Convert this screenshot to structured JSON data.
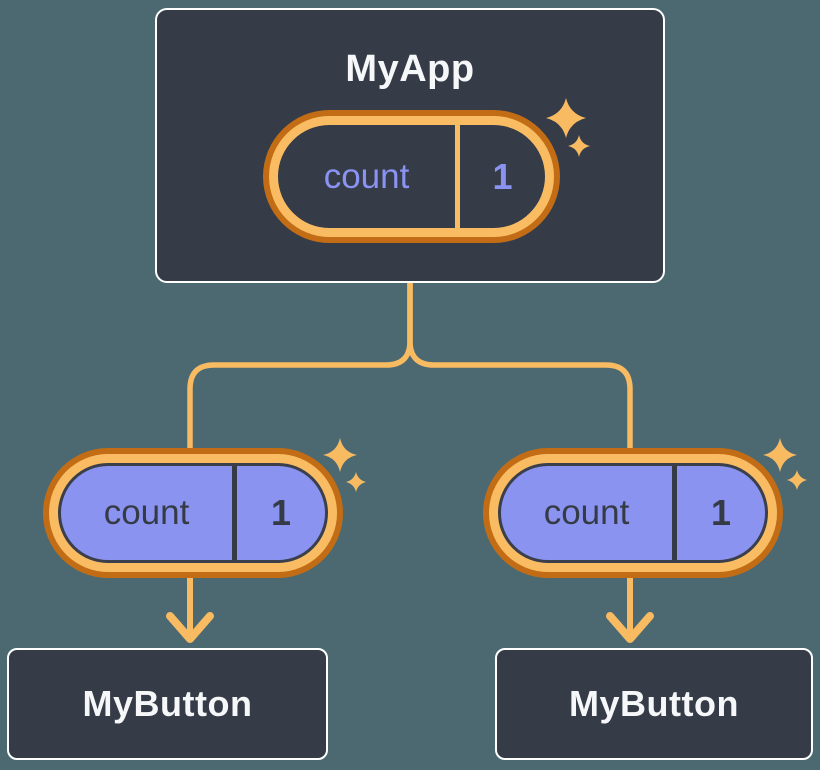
{
  "diagram": {
    "root": {
      "title": "MyApp",
      "state": {
        "label": "count",
        "value": "1"
      }
    },
    "children": [
      {
        "title": "MyButton",
        "state": {
          "label": "count",
          "value": "1"
        }
      },
      {
        "title": "MyButton",
        "state": {
          "label": "count",
          "value": "1"
        }
      }
    ],
    "icons": {
      "sparkle": "four-point-sparkle-icon",
      "arrow": "arrow-down-icon"
    },
    "colors": {
      "background": "#4C6972",
      "node_fill": "#353B47",
      "node_border": "#FFFFFF",
      "node_text": "#F6F7F9",
      "pill_ring_outer": "#C26D15",
      "pill_ring_inner": "#F9BC63",
      "pill_child_fill": "#8B93F0",
      "pill_dark_text": "#353B45",
      "pill_light_text": "#8A93F2",
      "connector": "#F8BB62"
    }
  }
}
